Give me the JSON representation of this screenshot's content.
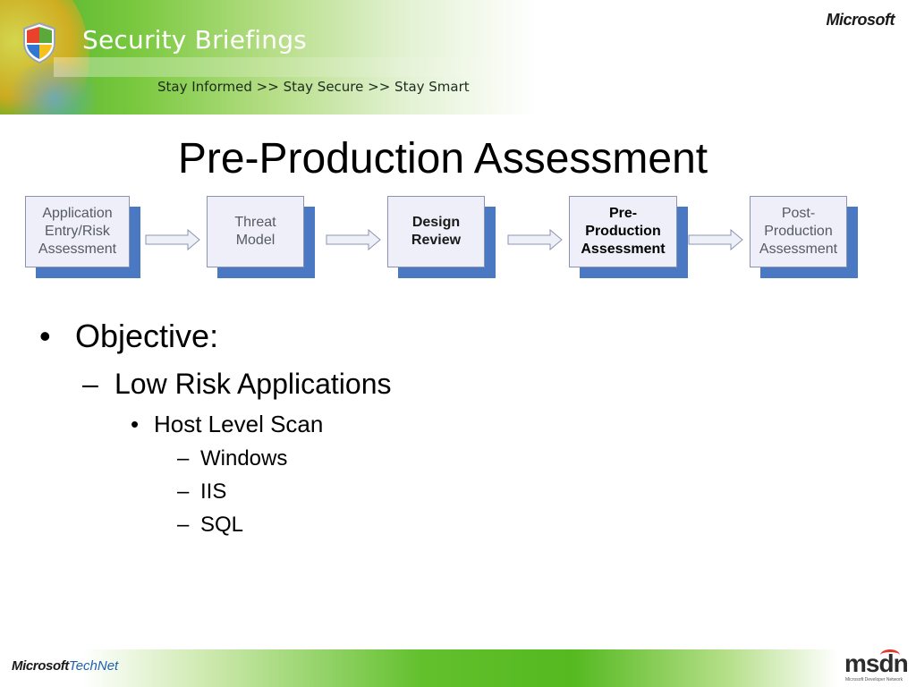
{
  "header": {
    "banner_title": "Security Briefings",
    "tagline": "Stay Informed >> Stay Secure >> Stay Smart",
    "brand_logo_text": "Microsoft"
  },
  "slide": {
    "title": "Pre-Production Assessment"
  },
  "process": {
    "steps": [
      {
        "lines": [
          "Application",
          "Entry/Risk",
          "Assessment"
        ],
        "emphasis": false
      },
      {
        "lines": [
          "Threat",
          "Model"
        ],
        "emphasis": false
      },
      {
        "lines": [
          "Design",
          "Review"
        ],
        "emphasis": true
      },
      {
        "lines": [
          "Pre-",
          "Production",
          "Assessment"
        ],
        "emphasis": true
      },
      {
        "lines": [
          "Post-",
          "Production",
          "Assessment"
        ],
        "emphasis": false
      }
    ],
    "colors": {
      "box_fill": "#eeeff8",
      "shadow": "#4a78c2",
      "arrow_fill": "#eef0f8",
      "arrow_stroke": "#8c93b0"
    }
  },
  "bullets": {
    "level1": {
      "marker": "•",
      "text": "Objective:"
    },
    "level2": {
      "marker": "–",
      "text": "Low Risk Applications"
    },
    "level3": {
      "marker": "•",
      "text": "Host Level Scan"
    },
    "level4": [
      {
        "marker": "–",
        "text": "Windows"
      },
      {
        "marker": "–",
        "text": "IIS"
      },
      {
        "marker": "–",
        "text": "SQL"
      }
    ]
  },
  "footer": {
    "left_brand": "Microsoft",
    "left_product": "TechNet",
    "right_logo": "msdn",
    "right_logo_subtitle": "Microsoft Developer Network"
  }
}
